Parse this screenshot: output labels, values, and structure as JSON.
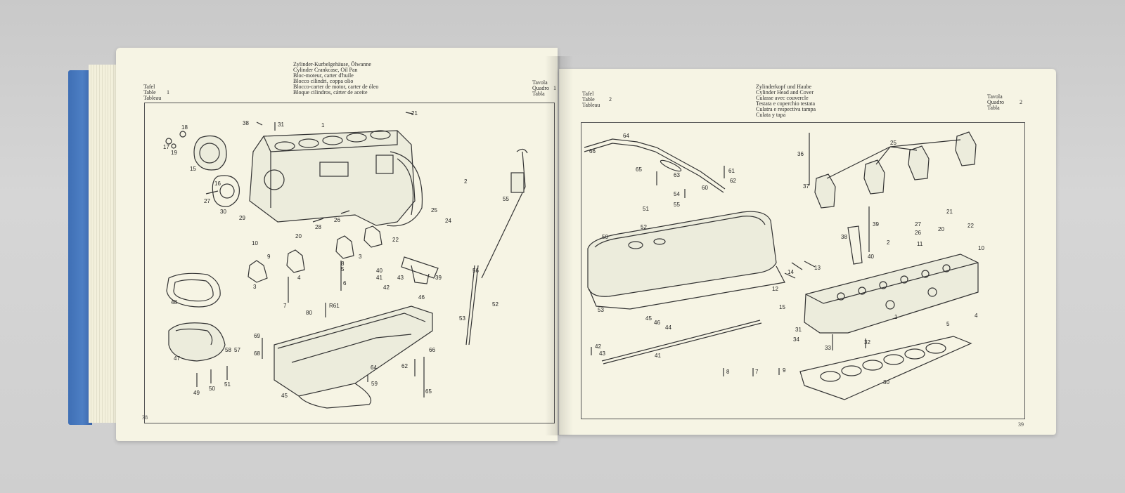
{
  "left_page": {
    "header_left": [
      "Tafel",
      "Table",
      "Tableau"
    ],
    "plate_number": "1",
    "title_lines": [
      "Zylinder-Kurbelgehäuse, Ölwanne",
      "Cylinder Crankcase, Oil Pan",
      "Bloc-moteur, carter d'huile",
      "Blocco cilindri, coppa olio",
      "Blocco-carter de motor, carter de óleo",
      "Bloque cilindros, cárter de aceite"
    ],
    "header_right": [
      "Tavola",
      "Quadro",
      "Tabla"
    ],
    "plate_number_right": "1",
    "page_number": "38",
    "callouts": [
      "21",
      "38",
      "31",
      "1",
      "18",
      "17",
      "19",
      "15",
      "16",
      "2",
      "27",
      "30",
      "29",
      "25",
      "24",
      "55",
      "20",
      "28",
      "26",
      "22",
      "10",
      "9",
      "3",
      "4",
      "3",
      "8",
      "5",
      "6",
      "40",
      "41",
      "43",
      "42",
      "46",
      "39",
      "48",
      "7",
      "80",
      "R61",
      "56",
      "52",
      "53",
      "69",
      "58",
      "57",
      "68",
      "66",
      "47",
      "64",
      "62",
      "59",
      "49",
      "50",
      "51",
      "45",
      "65"
    ]
  },
  "right_page": {
    "header_left": [
      "Tafel",
      "Table",
      "Tableau"
    ],
    "plate_number": "2",
    "title_lines": [
      "Zylinderkopf und Haube",
      "Cylinder Head and Cover",
      "Culasse avec couvercle",
      "Testata e coperchio testata",
      "Culatra e respectiva tampa",
      "Culata y tapa"
    ],
    "header_right": [
      "Tavola",
      "Quadro",
      "Tabla"
    ],
    "plate_number_right": "2",
    "page_number": "39",
    "callouts": [
      "64",
      "66",
      "65",
      "63",
      "61",
      "62",
      "60",
      "54",
      "55",
      "51",
      "52",
      "50",
      "36",
      "37",
      "25",
      "39",
      "38",
      "21",
      "27",
      "26",
      "22",
      "20",
      "2",
      "11",
      "40",
      "10",
      "14",
      "13",
      "12",
      "15",
      "1",
      "5",
      "4",
      "45",
      "46",
      "44",
      "31",
      "34",
      "33",
      "32",
      "42",
      "43",
      "41",
      "8",
      "7",
      "9",
      "30",
      "53"
    ]
  },
  "colors": {
    "cover": "#4373b8",
    "paper": "#f6f4e4",
    "ink": "#2b2b2b",
    "background": "#cfcfcf"
  }
}
